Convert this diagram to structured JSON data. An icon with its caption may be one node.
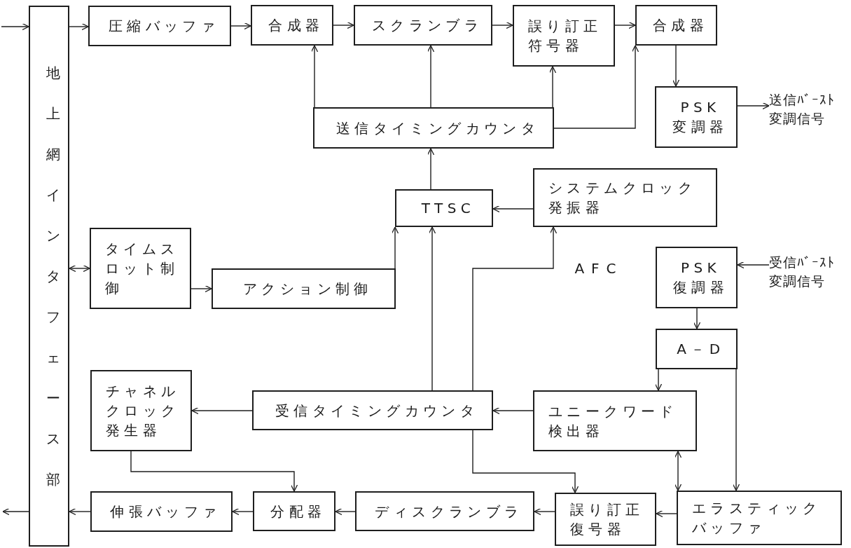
{
  "diagram": {
    "nodes": [
      {
        "text": [
          "地上網インタフェース部"
        ]
      },
      {
        "text": [
          "圧縮バッファ"
        ]
      },
      {
        "text": [
          "合成器"
        ]
      },
      {
        "text": [
          "スクランブラ"
        ]
      },
      {
        "text": [
          "誤り訂正符号器"
        ]
      },
      {
        "text": [
          "合成器"
        ]
      },
      {
        "text": [
          "送信タイミングカウンタ"
        ]
      },
      {
        "text": [
          "PSK変調器"
        ]
      },
      {
        "text": [
          "TTSC"
        ]
      },
      {
        "text": [
          "システムクロック発振器"
        ]
      },
      {
        "text": [
          "タイムスロット制御"
        ]
      },
      {
        "text": [
          "アクション制御"
        ]
      },
      {
        "text": [
          "PSK復調器"
        ]
      },
      {
        "text": [
          "A－D"
        ]
      },
      {
        "text": [
          "チャネルクロック発生器"
        ]
      },
      {
        "text": [
          "受信タイミングカウンタ"
        ]
      },
      {
        "text": [
          "ユニークワード検出器"
        ]
      },
      {
        "text": [
          "伸張バッファ"
        ]
      },
      {
        "text": [
          "分配器"
        ]
      },
      {
        "text": [
          "ディスクランブラ"
        ]
      },
      {
        "text": [
          "誤り訂正復号器"
        ]
      },
      {
        "text": [
          "エラスティックバッファ"
        ]
      },
      {
        "text": [
          "送信ﾊﾞｰｽﾄ変調信号"
        ]
      },
      {
        "text": [
          "受信ﾊﾞｰｽﾄ変調信号"
        ]
      }
    ],
    "edges": [
      {
        "from": null,
        "to": 0,
        "arrow": "to"
      },
      {
        "from": 0,
        "to": 1,
        "arrow": "to"
      },
      {
        "from": 1,
        "to": 2,
        "arrow": "to"
      },
      {
        "from": 2,
        "to": 3,
        "arrow": "to"
      },
      {
        "from": 3,
        "to": 4,
        "arrow": "to"
      },
      {
        "from": 4,
        "to": 5,
        "arrow": "to"
      },
      {
        "from": 5,
        "to": 7,
        "arrow": "to"
      },
      {
        "from": 7,
        "to": 22,
        "arrow": "to"
      },
      {
        "from": 6,
        "to": 2,
        "arrow": "to"
      },
      {
        "from": 6,
        "to": 3,
        "arrow": "to"
      },
      {
        "from": 6,
        "to": 4,
        "arrow": "to"
      },
      {
        "from": 6,
        "to": 5,
        "arrow": "to"
      },
      {
        "from": 8,
        "to": 6,
        "arrow": "to"
      },
      {
        "from": 9,
        "to": 8,
        "arrow": "to"
      },
      {
        "from": 10,
        "to": 0,
        "arrow": "both"
      },
      {
        "from": 10,
        "to": 11,
        "arrow": "to"
      },
      {
        "from": 11,
        "to": 8,
        "arrow": "to"
      },
      {
        "from": 15,
        "to": 8,
        "arrow": "to"
      },
      {
        "from": 15,
        "to": 9,
        "arrow": "to",
        "label": "AFC"
      },
      {
        "from": 16,
        "to": 15,
        "arrow": "to"
      },
      {
        "from": 15,
        "to": 14,
        "arrow": "to"
      },
      {
        "from": 15,
        "to": 20,
        "arrow": "to"
      },
      {
        "from": 14,
        "to": 18,
        "arrow": "to"
      },
      {
        "from": 12,
        "to": 13,
        "arrow": "to"
      },
      {
        "from": 13,
        "to": 16,
        "arrow": "to"
      },
      {
        "from": 13,
        "to": 21,
        "arrow": "to"
      },
      {
        "from": 16,
        "to": 21,
        "arrow": "both"
      },
      {
        "from": 21,
        "to": 20,
        "arrow": "to"
      },
      {
        "from": 20,
        "to": 19,
        "arrow": "to"
      },
      {
        "from": 19,
        "to": 18,
        "arrow": "to"
      },
      {
        "from": 18,
        "to": 17,
        "arrow": "to"
      },
      {
        "from": 17,
        "to": 0,
        "arrow": "to"
      },
      {
        "from": 0,
        "to": null,
        "arrow": "to"
      },
      {
        "from": 23,
        "to": 12,
        "arrow": "to"
      }
    ]
  }
}
